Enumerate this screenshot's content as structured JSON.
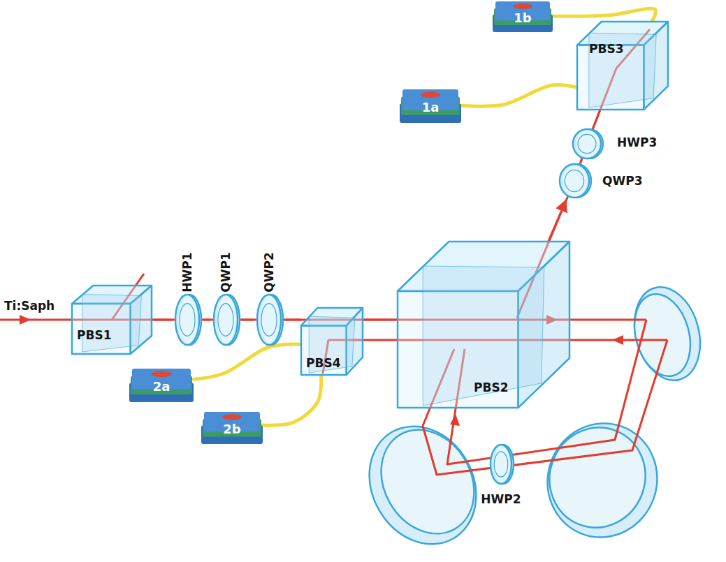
{
  "diagram": {
    "nodes": [
      {
        "text": [
          "1b"
        ]
      },
      {
        "text": [
          "PBS3"
        ]
      },
      {
        "text": [
          "1a"
        ]
      },
      {
        "text": [
          "HWP3"
        ]
      },
      {
        "text": [
          "QWP3"
        ]
      },
      {
        "text": [
          "PBS1"
        ]
      },
      {
        "text": [
          "HWP1"
        ]
      },
      {
        "text": [
          "QWP1"
        ]
      },
      {
        "text": [
          "QWP2"
        ]
      },
      {
        "text": [
          "PBS4"
        ]
      },
      {
        "text": [
          "2a"
        ]
      },
      {
        "text": [
          "PBS2"
        ]
      },
      {
        "text": [
          "2b"
        ]
      },
      {
        "text": [
          "HWP2"
        ]
      }
    ],
    "edges": [
      {
        "from": 5,
        "to": 6,
        "arrow": "none"
      },
      {
        "from": 6,
        "to": 7,
        "arrow": "none"
      },
      {
        "from": 7,
        "to": 8,
        "arrow": "none"
      },
      {
        "from": 8,
        "to": 9,
        "arrow": "none"
      },
      {
        "from": 9,
        "to": 11,
        "arrow": "none"
      },
      {
        "from": 11,
        "to": 4,
        "arrow": "to"
      },
      {
        "from": 4,
        "to": 3,
        "arrow": "none"
      },
      {
        "from": 3,
        "to": 1,
        "arrow": "none"
      },
      {
        "from": 1,
        "to": 2,
        "arrow": "none"
      },
      {
        "from": 1,
        "to": 0,
        "arrow": "none"
      },
      {
        "from": 9,
        "to": 10,
        "arrow": "none"
      },
      {
        "from": 9,
        "to": 12,
        "arrow": "none"
      }
    ],
    "labels": [
      "Ti:Saph"
    ]
  }
}
